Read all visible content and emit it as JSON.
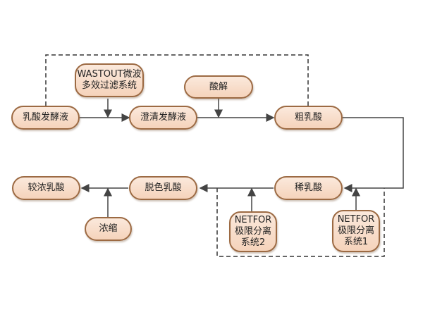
{
  "diagram": {
    "title": "",
    "nodes": {
      "ferment_broth": "乳酸发酵液",
      "wastout": "WASTOUT微波\n多效过滤系统",
      "clarified_broth": "澄清发酵液",
      "acidolysis": "酸解",
      "crude_lactic": "粗乳酸",
      "dilute_lactic": "稀乳酸",
      "netfor2": "NETFOR\n极限分离\n系统2",
      "netfor1": "NETFOR\n极限分离\n系统1",
      "decolor_lactic": "脱色乳酸",
      "concentrate": "浓缩",
      "conc_lactic": "较浓乳酸"
    },
    "edges": [
      {
        "from": "ferment_broth",
        "to": "clarified_broth"
      },
      {
        "from": "wastout",
        "to": "ferment_broth→clarified_broth"
      },
      {
        "from": "clarified_broth",
        "to": "crude_lactic"
      },
      {
        "from": "acidolysis",
        "to": "clarified_broth→crude_lactic"
      },
      {
        "from": "crude_lactic",
        "to": "dilute_lactic"
      },
      {
        "from": "netfor1",
        "to": "crude_lactic→dilute_lactic"
      },
      {
        "from": "dilute_lactic",
        "to": "decolor_lactic"
      },
      {
        "from": "netfor2",
        "to": "dilute_lactic→decolor_lactic"
      },
      {
        "from": "decolor_lactic",
        "to": "conc_lactic"
      },
      {
        "from": "concentrate",
        "to": "decolor_lactic→conc_lactic"
      }
    ],
    "groups": [
      "upper dashed group",
      "lower dashed group"
    ],
    "colors": {
      "node_fill_top": "#fbe9dc",
      "node_fill_bottom": "#f5d3bb",
      "node_border": "#9c6a43",
      "line": "#444444"
    }
  }
}
